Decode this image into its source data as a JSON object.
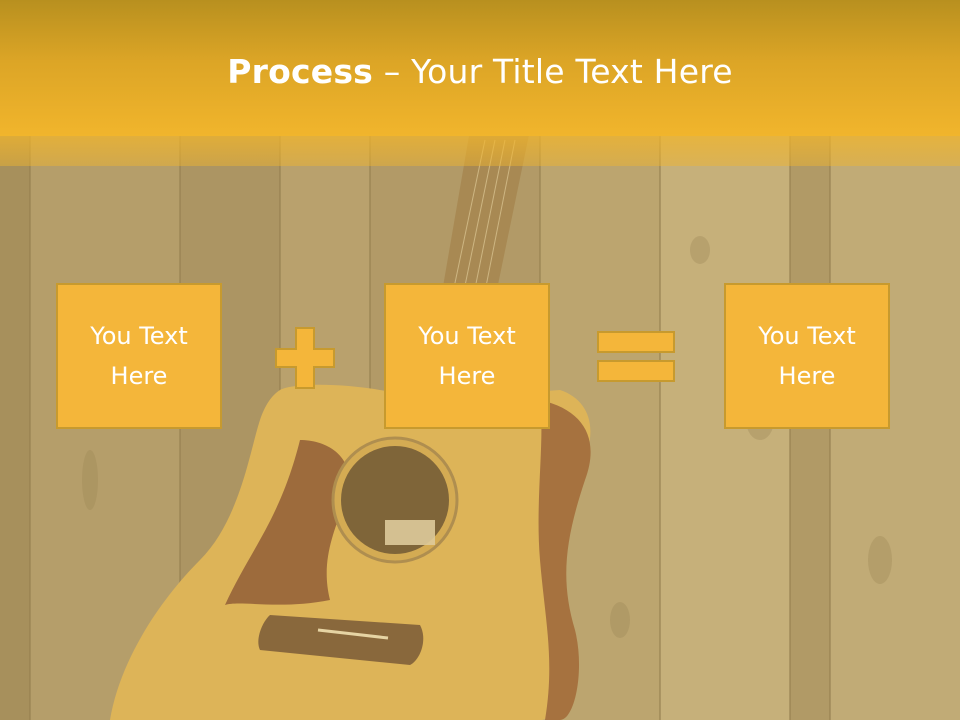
{
  "slide": {
    "title_bold": "Process",
    "title_rest": " – Your Title Text Here"
  },
  "boxes": [
    {
      "text": "You Text Here"
    },
    {
      "text": "You Text Here"
    },
    {
      "text": "You Text Here"
    }
  ],
  "operators": [
    "plus-icon",
    "equals-icon"
  ],
  "colors": {
    "header": "#f1b52c",
    "box_fill": "#f4b63a",
    "box_border": "#c79a2e",
    "text": "#ffffff"
  }
}
